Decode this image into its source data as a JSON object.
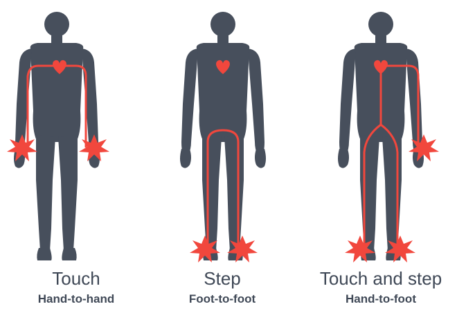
{
  "colors": {
    "body": "#474f5c",
    "current": "#f1473d"
  },
  "figures": [
    {
      "label": "Touch",
      "sublabel": "Hand-to-hand",
      "path_type": "hand-to-hand",
      "contact_points": [
        "left-hand",
        "right-hand"
      ]
    },
    {
      "label": "Step",
      "sublabel": "Foot-to-foot",
      "path_type": "foot-to-foot",
      "contact_points": [
        "left-foot",
        "right-foot"
      ]
    },
    {
      "label": "Touch and step",
      "sublabel": "Hand-to-foot",
      "path_type": "hand-to-foot",
      "contact_points": [
        "right-hand",
        "left-foot",
        "right-foot"
      ]
    }
  ]
}
